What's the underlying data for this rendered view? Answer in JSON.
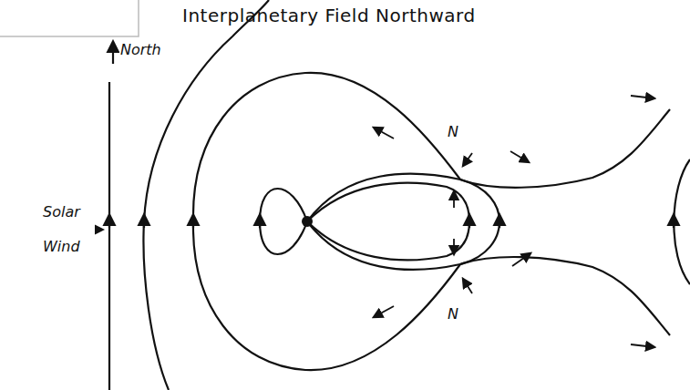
{
  "diagram": {
    "title": "Interplanetary Field Northward",
    "labels": [
      "North",
      "Solar Wind",
      "N",
      "N"
    ]
  }
}
